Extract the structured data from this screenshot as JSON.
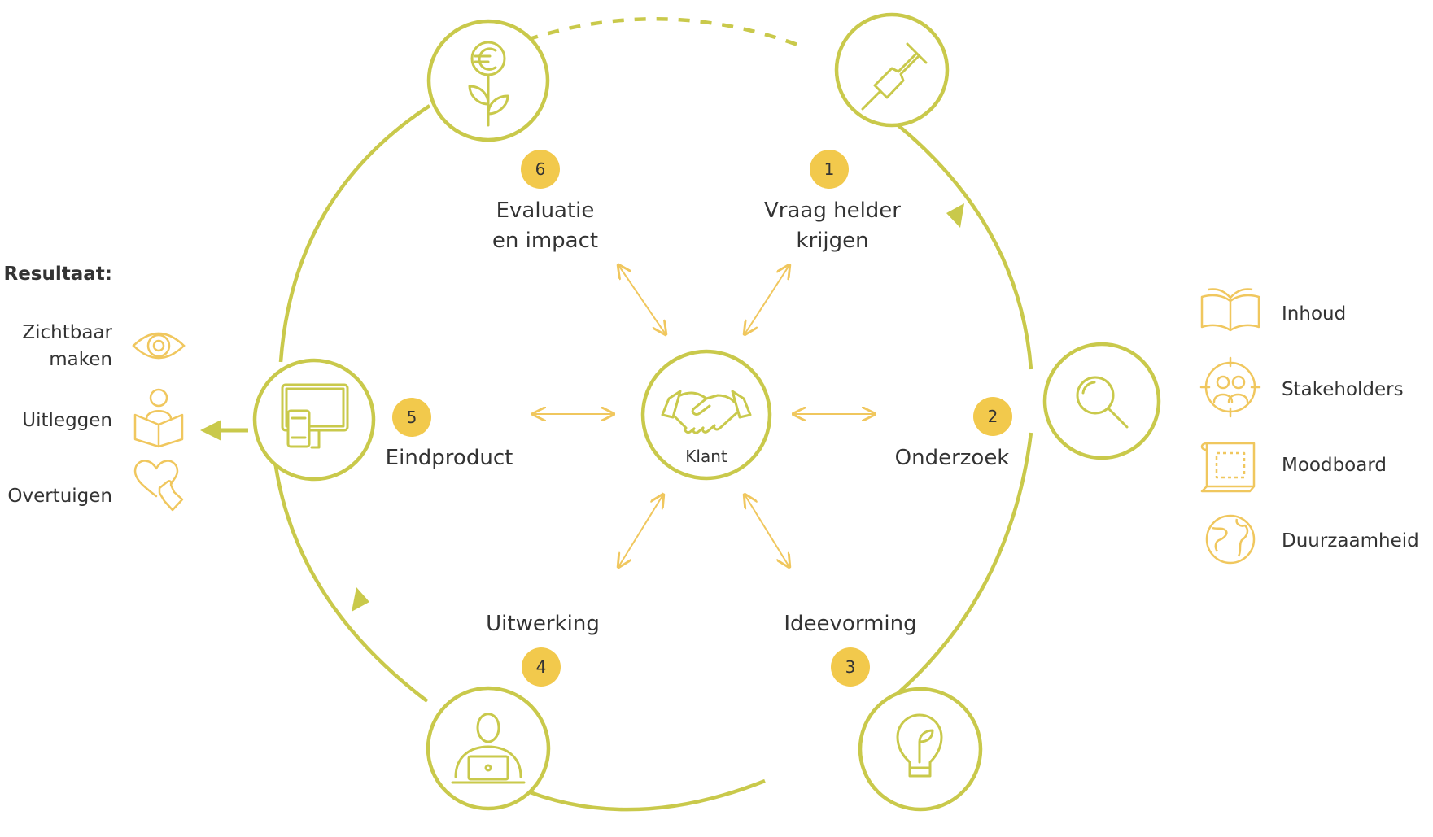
{
  "colors": {
    "ring": "#c9c94b",
    "accent": "#f2c94c",
    "icon_light": "#f0c75e",
    "text": "#333333"
  },
  "center": {
    "label": "Klant",
    "icon": "handshake-icon"
  },
  "steps": [
    {
      "number": "1",
      "line1": "Vraag helder",
      "line2": "krijgen",
      "icon": "pushpin-icon"
    },
    {
      "number": "2",
      "line1": "Onderzoek",
      "line2": "",
      "icon": "magnifier-icon"
    },
    {
      "number": "3",
      "line1": "Ideevorming",
      "line2": "",
      "icon": "lightbulb-icon"
    },
    {
      "number": "4",
      "line1": "Uitwerking",
      "line2": "",
      "icon": "person-laptop-icon"
    },
    {
      "number": "5",
      "line1": "Eindproduct",
      "line2": "",
      "icon": "devices-icon"
    },
    {
      "number": "6",
      "line1": "Evaluatie",
      "line2": "en impact",
      "icon": "euro-plant-icon"
    }
  ],
  "result": {
    "title": "Resultaat:",
    "items": [
      {
        "line1": "Zichtbaar",
        "line2": "maken",
        "icon": "eye-icon"
      },
      {
        "line1": "Uitleggen",
        "line2": "",
        "icon": "person-reading-icon"
      },
      {
        "line1": "Overtuigen",
        "line2": "",
        "icon": "heart-hand-icon"
      }
    ]
  },
  "legend": [
    {
      "label": "Inhoud",
      "icon": "open-book-icon"
    },
    {
      "label": "Stakeholders",
      "icon": "group-target-icon"
    },
    {
      "label": "Moodboard",
      "icon": "moodboard-icon"
    },
    {
      "label": "Duurzaamheid",
      "icon": "globe-icon"
    }
  ]
}
